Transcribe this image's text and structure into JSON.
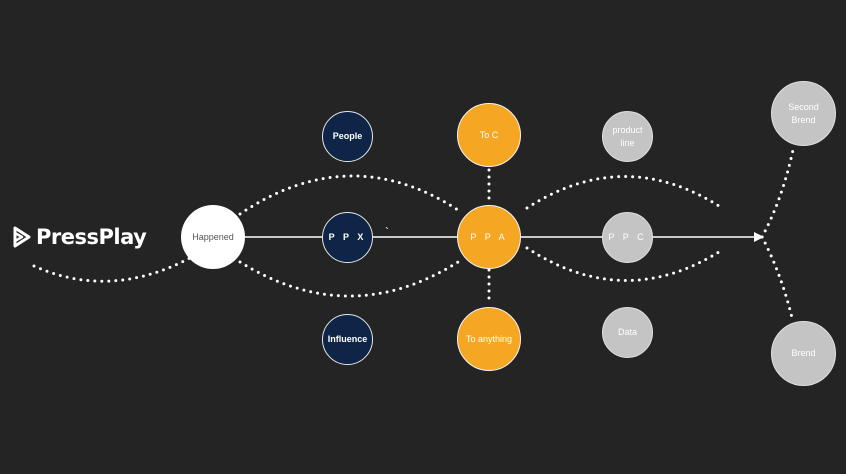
{
  "logo": {
    "text": "PressPlay",
    "icon": "play-arrow-logo"
  },
  "nodes": {
    "happened": "Happened",
    "people": "People",
    "ppx": "P P X",
    "influence": "Influence",
    "to_c": "To C",
    "ppa": "P P A",
    "to_anything": "To anything",
    "product_line": "product line",
    "ppc": "P P C",
    "data": "Data",
    "second_brand": "Second Brend",
    "brand": "Brend"
  },
  "stray_mark": "`",
  "colors": {
    "background": "#242424",
    "navy": "#0f2547",
    "orange": "#f5a623",
    "grey": "#c4c4c4",
    "white": "#ffffff"
  }
}
